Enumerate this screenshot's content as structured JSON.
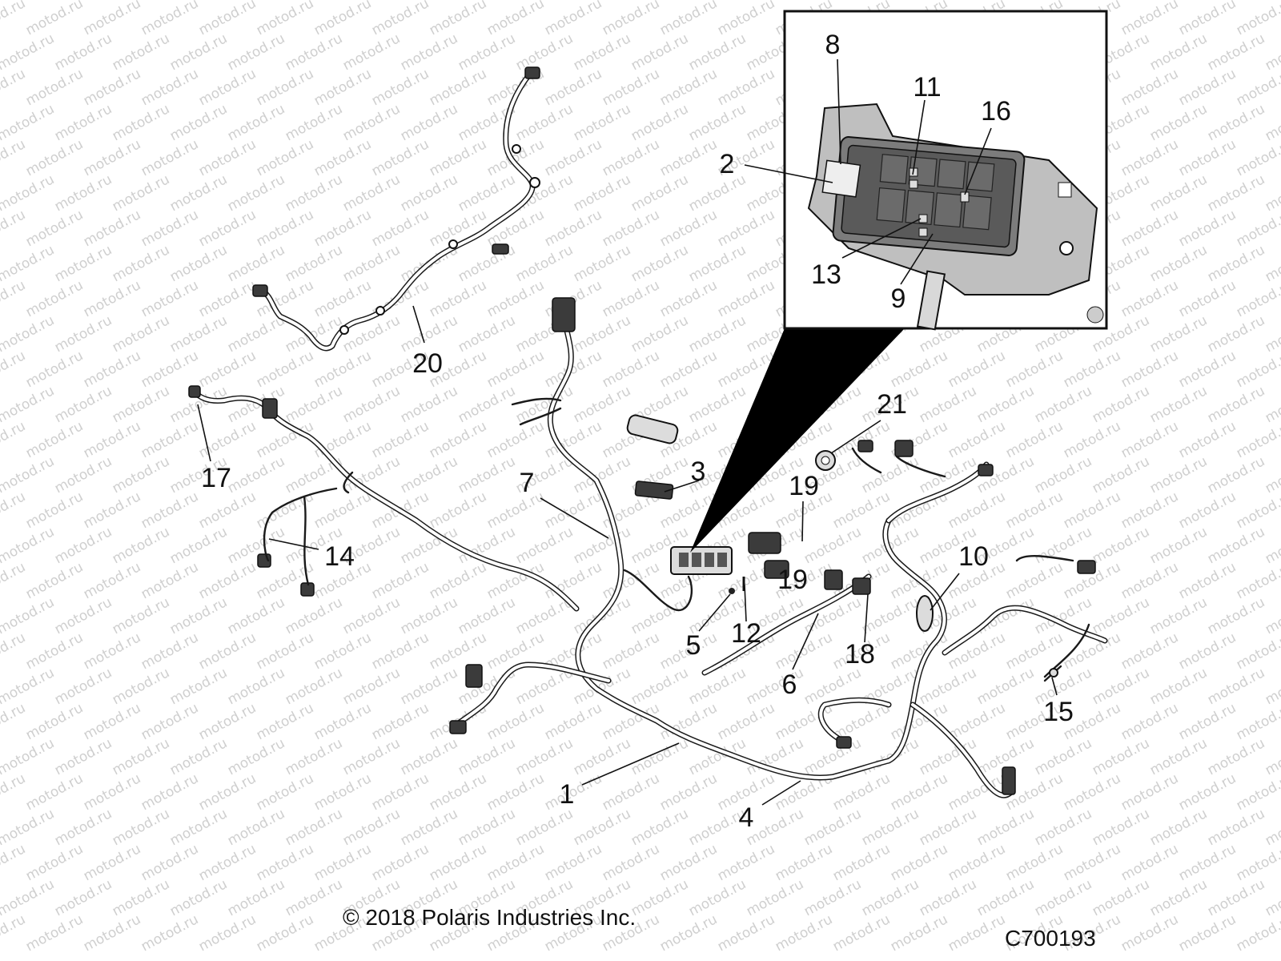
{
  "watermark_text": "motod.ru",
  "callouts": [
    {
      "id": "c1",
      "label": "1"
    },
    {
      "id": "c2",
      "label": "2"
    },
    {
      "id": "c3",
      "label": "3"
    },
    {
      "id": "c4",
      "label": "4"
    },
    {
      "id": "c5",
      "label": "5"
    },
    {
      "id": "c6",
      "label": "6"
    },
    {
      "id": "c7",
      "label": "7"
    },
    {
      "id": "c8",
      "label": "8"
    },
    {
      "id": "c9",
      "label": "9"
    },
    {
      "id": "c10",
      "label": "10"
    },
    {
      "id": "c11",
      "label": "11"
    },
    {
      "id": "c12",
      "label": "12"
    },
    {
      "id": "c13",
      "label": "13"
    },
    {
      "id": "c14",
      "label": "14"
    },
    {
      "id": "c15",
      "label": "15"
    },
    {
      "id": "c16",
      "label": "16"
    },
    {
      "id": "c17",
      "label": "17"
    },
    {
      "id": "c18",
      "label": "18"
    },
    {
      "id": "c19",
      "label": "19"
    },
    {
      "id": "c19b",
      "label": "19"
    },
    {
      "id": "c20",
      "label": "20"
    },
    {
      "id": "c21",
      "label": "21"
    }
  ],
  "footer": {
    "copyright": "© 2018 Polaris Industries Inc.",
    "figure_code": "C700193"
  },
  "colors": {
    "line": "#111111",
    "watermark": "#cfcfcf",
    "background": "#ffffff"
  }
}
